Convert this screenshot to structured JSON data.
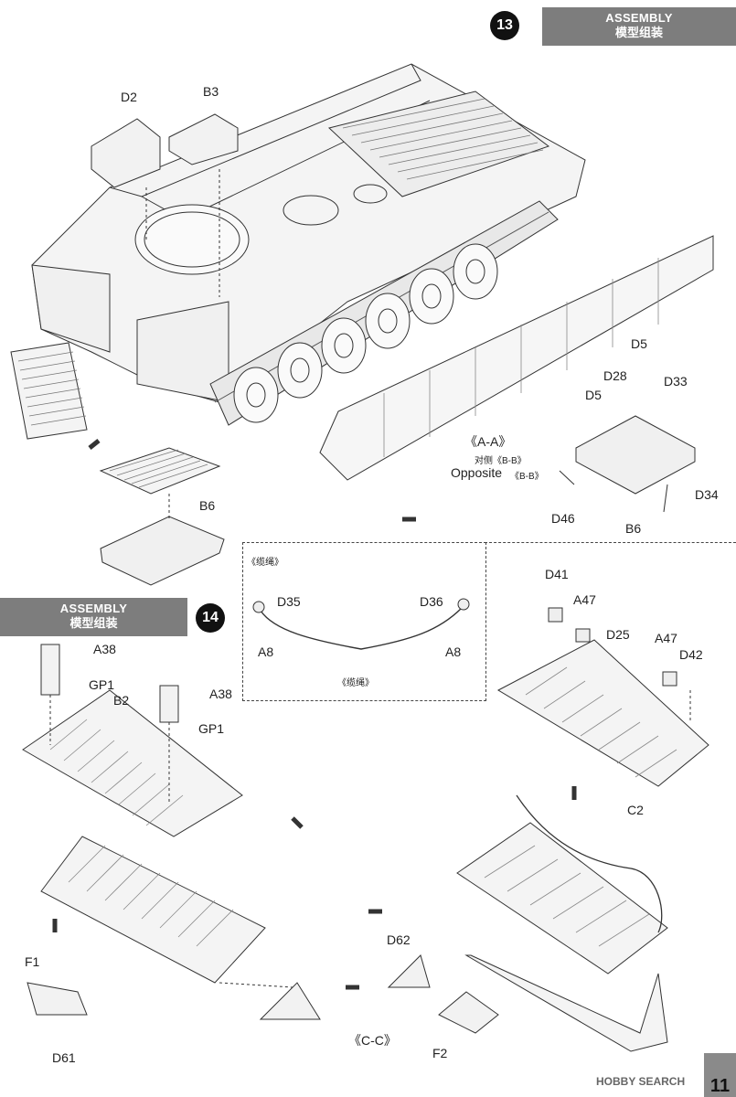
{
  "header_13": {
    "en": "ASSEMBLY",
    "cn": "模型组装"
  },
  "step_13": "13",
  "header_14": {
    "en": "ASSEMBLY",
    "cn": "模型组装"
  },
  "step_14": "14",
  "labels": {
    "d2": "D2",
    "b3": "B3",
    "d5a": "D5",
    "d28": "D28",
    "d33": "D33",
    "d5b": "D5",
    "d34": "D34",
    "d46": "D46",
    "b6a": "B6",
    "b6b": "B6",
    "aa": "《A-A》",
    "opp_cn": "对侧《B-B》",
    "opp_en": "Opposite",
    "opp_bb": "《B-B》",
    "cable_title": "《缆绳》",
    "d35": "D35",
    "d36": "D36",
    "a8a": "A8",
    "a8b": "A8",
    "cable_mid": "《缆绳》",
    "a38a": "A38",
    "gp1a": "GP1",
    "b2": "B2",
    "a38b": "A38",
    "gp1b": "GP1",
    "d41": "D41",
    "a47a": "A47",
    "d25": "D25",
    "a47b": "A47",
    "d42": "D42",
    "c2": "C2",
    "f1": "F1",
    "d61": "D61",
    "d62": "D62",
    "f2": "F2",
    "cc": "《C-C》"
  },
  "page_number": "11",
  "watermark": "HOBBY SEARCH"
}
